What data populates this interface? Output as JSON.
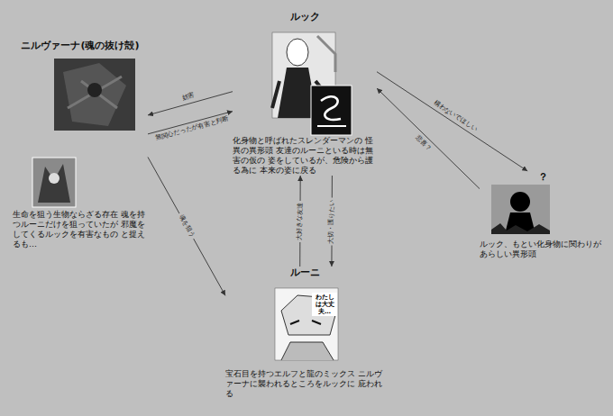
{
  "diagram": {
    "nodes": [
      {
        "text": [
          "ルック",
          "化身物と呼ばれたスレンダーマンの 怪異の異形頭 友達のルーニといる時は無害の仮の 姿をしているが、危険から護る為に 本来の姿に戻る"
        ]
      },
      {
        "text": [
          "ニルヴァーナ(魂の抜け殻)",
          "生命を狙う生物ならざる存在 魂を持つルーニだけを狙っていたが 邪魔をしてくるルックを有害なもの と捉えるも…"
        ]
      },
      {
        "text": [
          "？",
          "ルック、もとい化身物に関わりが あらしい異形頭"
        ]
      },
      {
        "text": [
          "ルーニ",
          "宝石目を持つエルフと龍のミックス ニルヴァーナに襲われるところをルックに 庇われる"
        ]
      }
    ],
    "edges": [
      {
        "from": 0,
        "to": 1,
        "label": "妨害",
        "arrow": "to"
      },
      {
        "from": 1,
        "to": 0,
        "label": "無関心だったが有害と判断",
        "arrow": "to"
      },
      {
        "from": 1,
        "to": 3,
        "label": "魂を狙う",
        "arrow": "to"
      },
      {
        "from": 0,
        "to": 2,
        "label": "構わないでほしい",
        "arrow": "to"
      },
      {
        "from": 2,
        "to": 0,
        "label": "悲喜？",
        "arrow": "to"
      },
      {
        "from": 3,
        "to": 0,
        "label": "大好きな友達",
        "arrow": "to"
      },
      {
        "from": 0,
        "to": 3,
        "label": "大切・護りたい",
        "arrow": "to"
      }
    ],
    "labels": [
      "わたしは大丈夫…"
    ]
  }
}
